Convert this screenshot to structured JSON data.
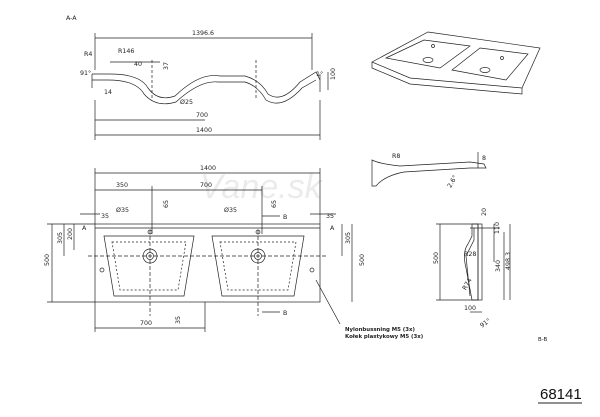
{
  "section_labels": {
    "aa": "A-A",
    "bb": "B-B"
  },
  "watermark": "Vane.sk",
  "product_code": "68141",
  "section_aa": {
    "overall_top": "1396.6",
    "radius": "R146",
    "r4": "R4",
    "d40": "40",
    "d37": "37",
    "angle_left": "91°",
    "d14": "14",
    "hole": "Ø25",
    "angle_right": "1°",
    "d100": "100",
    "d700": "700",
    "d1400": "1400"
  },
  "plan_view": {
    "d1400": "1400",
    "d350": "350",
    "d700": "700",
    "d65_left": "65",
    "d65_right": "65",
    "hole_left": "Ø35",
    "hole_right": "Ø35",
    "d35_left": "35",
    "d35_right": "35",
    "d35_bottom": "35",
    "d200": "200",
    "d305_left": "305",
    "d305_right": "305",
    "d500_left": "500",
    "d500_right": "500",
    "d700_bottom": "700",
    "label_a_top": "A",
    "label_a_bottom": "A",
    "label_b_top": "B",
    "label_b_bottom": "B"
  },
  "profile_detail": {
    "radius": "R8",
    "d8": "8",
    "angle": "2.6°"
  },
  "section_bb": {
    "d20": "20",
    "d110": "110",
    "r28": "R28",
    "d498": "498.3",
    "d340": "340",
    "d500": "500",
    "r74": "R74",
    "d100": "100",
    "angle": "91°"
  },
  "note": {
    "line1": "Nylonbussning M5 (3x)",
    "line2": "Kołek plastykowy M5 (3x)"
  }
}
